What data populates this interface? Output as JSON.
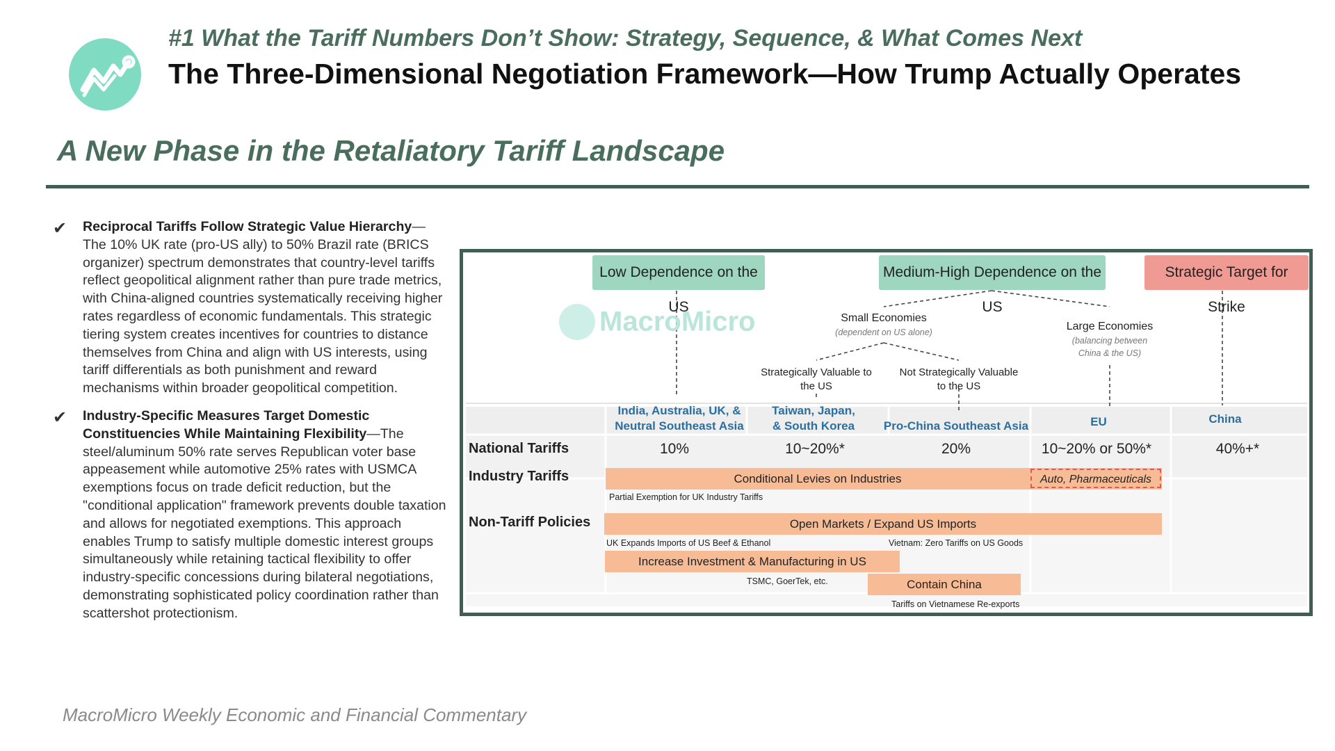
{
  "header": {
    "subtitle": "#1 What the Tariff Numbers Don’t Show: Strategy, Sequence, & What Comes Next",
    "title": "The Three-Dimensional Negotiation Framework—How Trump Actually Operates"
  },
  "section_title": "A New Phase in the Retaliatory Tariff Landscape",
  "bullets": [
    {
      "bold": "Reciprocal Tariffs Follow Strategic Value Hierarchy",
      "text": "—The 10% UK rate (pro-US ally) to 50% Brazil rate (BRICS organizer) spectrum demonstrates that country-level tariffs reflect geopolitical alignment rather than pure trade metrics, with China-aligned countries systematically receiving higher rates regardless of economic fundamentals. This strategic tiering system creates incentives for countries to distance themselves from China and align with US interests, using tariff differentials as both punishment and reward mechanisms within broader geopolitical competition."
    },
    {
      "bold": "Industry-Specific Measures Target Domestic Constituencies While Maintaining Flexibility",
      "text": "—The steel/aluminum 50% rate serves Republican voter base appeasement while automotive 25% rates with USMCA exemptions focus on trade deficit reduction, but the \"conditional application\" framework prevents double taxation and allows for negotiated exemptions. This approach enables Trump to satisfy multiple domestic interest groups simultaneously while retaining tactical flexibility to offer industry-specific concessions during bilateral negotiations, demonstrating sophisticated policy coordination rather than scattershot protectionism."
    }
  ],
  "footer": "MacroMicro Weekly Economic and Financial Commentary",
  "icons": {
    "logo": "chart-line-logo-icon",
    "check": "checkmark-icon"
  },
  "colors": {
    "accent": "#4a6e5e",
    "green_box": "#9ed6c0",
    "red_box": "#ef9a93",
    "bar": "#f7bc95",
    "group_label": "#2a6fa0"
  },
  "diagram": {
    "watermark": "MacroMicro",
    "headers": {
      "low": "Low Dependence on the US",
      "medium": "Medium-High Dependence on the US",
      "strike": "Strategic Target for Strike"
    },
    "small_economies": {
      "label": "Small Economies",
      "note": "(dependent on US alone)"
    },
    "large_economies": {
      "label": "Large Economies",
      "note1": "(balancing between",
      "note2": "China & the US)"
    },
    "strategic_valuable": {
      "line1": "Strategically Valuable to",
      "line2": "the US"
    },
    "not_strategic": {
      "line1": "Not Strategically Valuable",
      "line2": "to the US"
    },
    "groups": {
      "g1_line1": "India, Australia, UK, &",
      "g1_line2": "Neutral Southeast Asia",
      "g2_line1": "Taiwan, Japan,",
      "g2_line2": "& South Korea",
      "g3": "Pro-China Southeast Asia",
      "g4": "EU",
      "g5": "China"
    },
    "rows": {
      "national": "National Tariffs",
      "industry": "Industry Tariffs",
      "non_tariff": "Non-Tariff Policies"
    },
    "national_values": [
      "10%",
      "10~20%*",
      "20%",
      "10~20% or 50%*",
      "40%+*"
    ],
    "industry": {
      "conditional": "Conditional Levies on Industries",
      "auto": "Auto, Pharmaceuticals",
      "uk_note": "Partial Exemption for UK Industry Tariffs"
    },
    "non_tariff": {
      "open_markets": "Open Markets / Expand US Imports",
      "uk_beef": "UK Expands Imports of US Beef & Ethanol",
      "vietnam": "Vietnam: Zero Tariffs on US Goods",
      "investment": "Increase Investment & Manufacturing in US",
      "tsmc": "TSMC, GoerTek, etc.",
      "contain": "Contain China",
      "reexports": "Tariffs on Vietnamese Re-exports"
    }
  }
}
